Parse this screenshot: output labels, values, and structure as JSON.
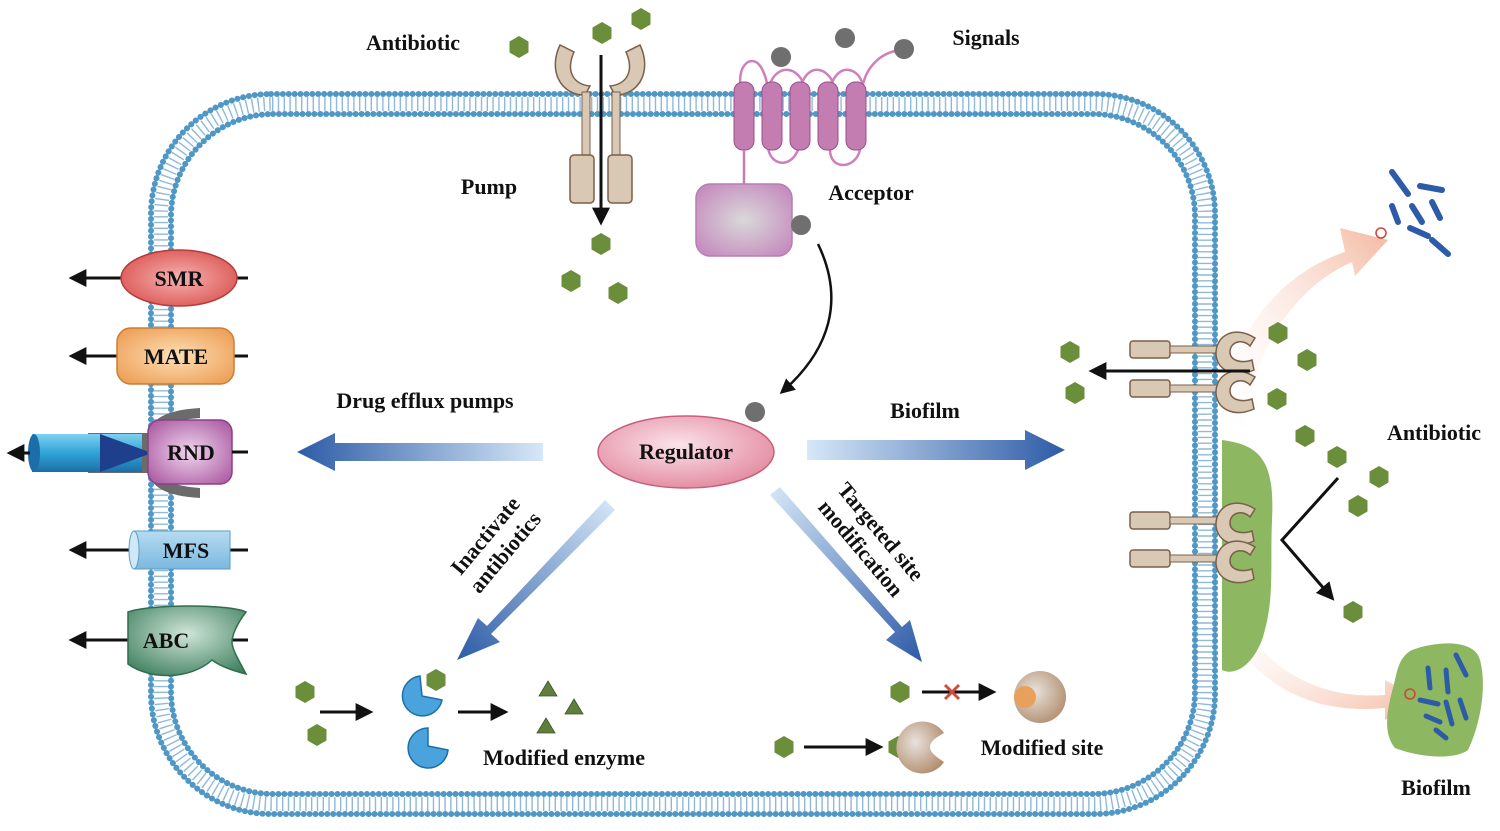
{
  "labels": {
    "antibiotic_top": "Antibiotic",
    "signals": "Signals",
    "pump": "Pump",
    "acceptor": "Acceptor",
    "regulator": "Regulator",
    "drug_efflux": "Drug efflux pumps",
    "biofilm_arrow": "Biofilm",
    "inactivate_1": "Inactivate",
    "inactivate_2": "antibiotics",
    "targeted_1": "Targeted site",
    "targeted_2": "modification",
    "modified_enzyme": "Modified enzyme",
    "modified_site": "Modified site",
    "antibiotic_right": "Antibiotic",
    "biofilm_bottom": "Biofilm"
  },
  "transporters": [
    {
      "name": "SMR"
    },
    {
      "name": "MATE"
    },
    {
      "name": "RND"
    },
    {
      "name": "MFS"
    },
    {
      "name": "ABC"
    }
  ],
  "colors": {
    "membrane_head": "#4f97c4",
    "antibiotic_hex": "#6b8e3a",
    "signal_dot": "#6f6f6f",
    "gpcr": "#c47db0",
    "regulator_fill": "#e9a4b4",
    "enzyme": "#4aa3dc",
    "biofilm_green": "#8db761",
    "arrow_blue": "#2d5ba7"
  }
}
